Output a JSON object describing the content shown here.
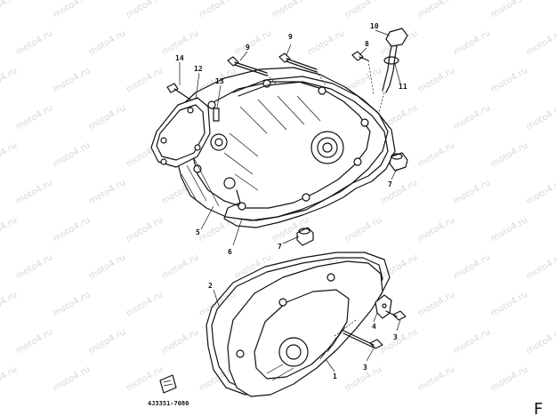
{
  "watermark_text": "moto4.ru",
  "callouts": [
    "1",
    "2",
    "3",
    "3",
    "4",
    "5",
    "6",
    "7",
    "7",
    "8",
    "9",
    "9",
    "10",
    "11",
    "12",
    "13",
    "14"
  ],
  "catalog_code": "4J3351-7080",
  "corner_mark": "F"
}
